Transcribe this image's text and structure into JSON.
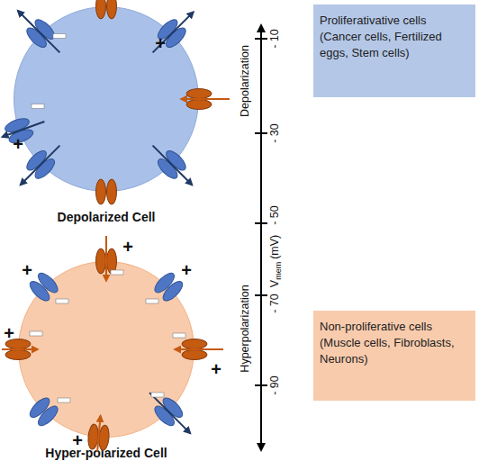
{
  "diagram": {
    "nodes": [
      {
        "text": [
          "Depolarized Cell"
        ]
      },
      {
        "text": [
          "Proliferativative cells (Cancer cells, Fertilized eggs, Stem cells)"
        ]
      },
      {
        "text": [
          "Hyper-polarized Cell"
        ]
      },
      {
        "text": [
          "Non-proliferative cells (Muscle cells, Fibroblasts, Neurons)"
        ]
      }
    ],
    "labels": [
      "+",
      "+",
      "Depolarization",
      "- 10",
      "- 30",
      "- 50",
      "V",
      "mem",
      "(mV)",
      "Hyperpolarization",
      "- 70",
      "- 90",
      "+",
      "+",
      "+",
      "+",
      "+",
      "+"
    ]
  }
}
